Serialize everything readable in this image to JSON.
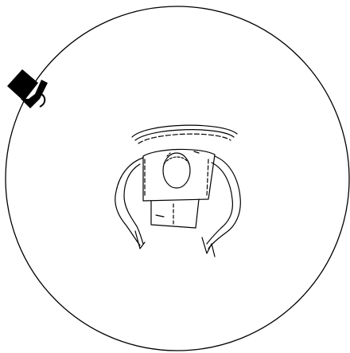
{
  "figure": {
    "background_color": "#ffffff",
    "line_color": "#000000",
    "elements": [
      {
        "name": "boundary-circle",
        "icon": "circle-outline"
      },
      {
        "name": "top-hat-icon",
        "icon": "top-hat"
      },
      {
        "name": "figure-top-view",
        "icon": "person-top-view-with-halo"
      }
    ]
  }
}
